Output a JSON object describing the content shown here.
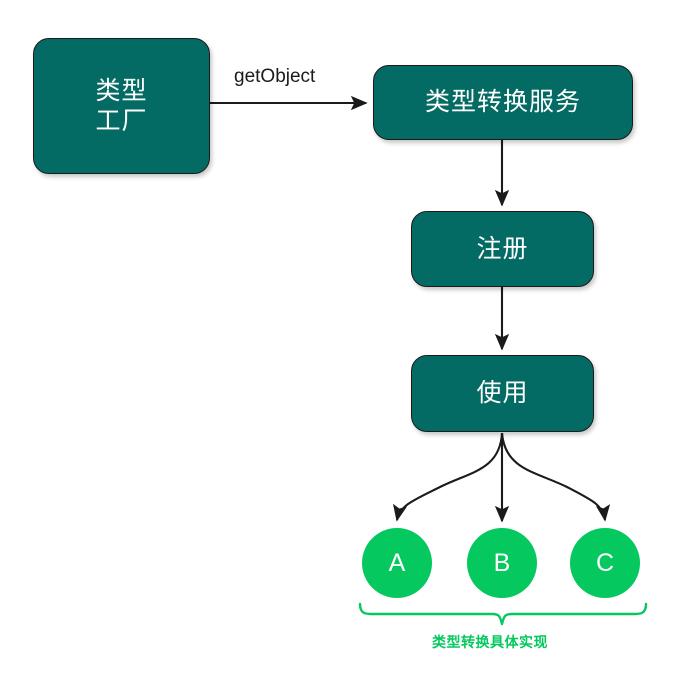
{
  "diagram": {
    "title": "Type conversion service flow",
    "background_color": "#ffffff",
    "node_fill_color": "#046B64",
    "node_text_color": "#ffffff",
    "circle_fill_color": "#05C85E",
    "bracket_color": "#05C85E",
    "connector_color": "#1b1b1b",
    "nodes": [
      {
        "id": "type-factory",
        "label": "类型\n工厂"
      },
      {
        "id": "convert-service",
        "label": "类型转换服务"
      },
      {
        "id": "register",
        "label": "注册"
      },
      {
        "id": "use",
        "label": "使用"
      }
    ],
    "edges": [
      {
        "id": "factory-to-service",
        "label": "getObject",
        "from": "type-factory",
        "to": "convert-service"
      },
      {
        "id": "service-to-register",
        "label": "",
        "from": "convert-service",
        "to": "register"
      },
      {
        "id": "register-to-use",
        "label": "",
        "from": "register",
        "to": "use"
      },
      {
        "id": "use-to-a",
        "label": "",
        "from": "use",
        "to": "impl-a"
      },
      {
        "id": "use-to-b",
        "label": "",
        "from": "use",
        "to": "impl-b"
      },
      {
        "id": "use-to-c",
        "label": "",
        "from": "use",
        "to": "impl-c"
      }
    ],
    "implementations": [
      {
        "id": "impl-a",
        "label": "A"
      },
      {
        "id": "impl-b",
        "label": "B"
      },
      {
        "id": "impl-c",
        "label": "C"
      }
    ],
    "bracket_caption": "类型转换具体实现"
  }
}
